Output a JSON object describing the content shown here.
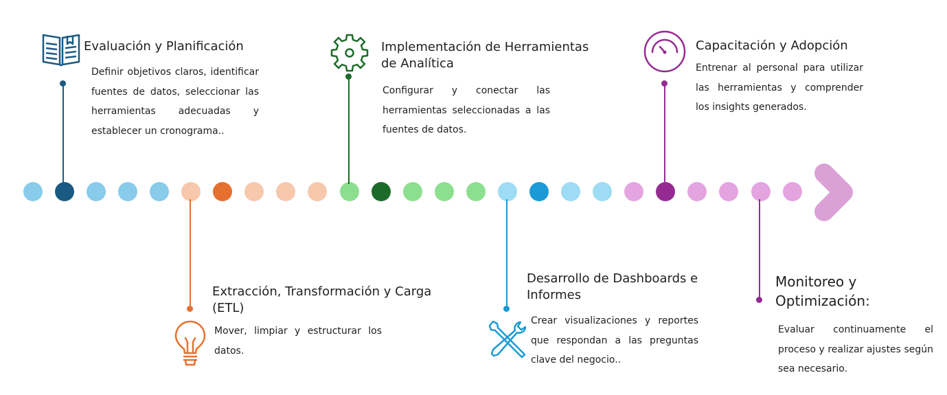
{
  "steps": [
    {
      "title": "Evaluación y Planificación",
      "description": "Definir objetivos claros, identificar fuentes de datos, seleccionar las herramientas adecuadas y establecer un cronograma..",
      "icon": "book-icon",
      "color": "#1a5a82"
    },
    {
      "title": "Extracción, Transformación y Carga (ETL)",
      "description": "Mover, limpiar y estructurar los datos.",
      "icon": "lightbulb-icon",
      "color": "#e5702f"
    },
    {
      "title": "Implementación de Herramientas de Analítica",
      "description": "Configurar y conectar las herramientas seleccionadas a las fuentes de datos.",
      "icon": "gear-icon",
      "color": "#1c6b28"
    },
    {
      "title": "Desarrollo de Dashboards e Informes",
      "description": "Crear visualizaciones y reportes que respondan a las preguntas clave del negocio..",
      "icon": "tools-icon",
      "color": "#1a9ad6"
    },
    {
      "title": "Capacitación y Adopción",
      "description": "Entrenar al personal para utilizar las herramientas y comprender los insights generados.",
      "icon": "gauge-icon",
      "color": "#962a93"
    },
    {
      "title": "Monitoreo y Optimización:",
      "description": "Evaluar continuamente el proceso y realizar ajustes según sea necesario.",
      "icon": "arrow-chevron-icon",
      "color": "#c567bf"
    }
  ],
  "colors": {
    "blue_light": "#88cbea",
    "blue_dark": "#1a5a82",
    "orange_light": "#f7c8ac",
    "orange_dark": "#e5702f",
    "green_light": "#8ddf90",
    "green_dark": "#1c6b28",
    "cyan_light": "#9edbf5",
    "cyan_dark": "#1a9ad6",
    "purple_light": "#e3a4e0",
    "purple_dark": "#962a93"
  }
}
